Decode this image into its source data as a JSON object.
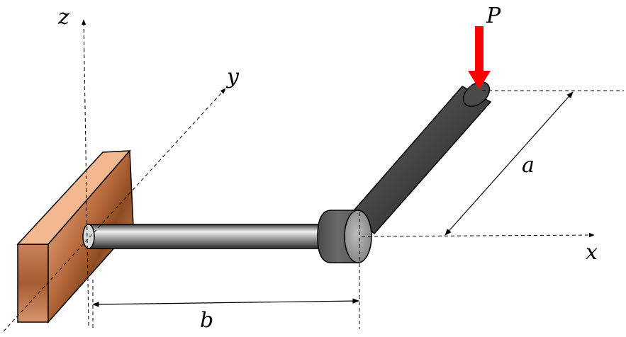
{
  "labels": {
    "z_axis": "z",
    "y_axis": "y",
    "x_axis": "x",
    "load": "P",
    "dim_a": "a",
    "dim_b": "b"
  },
  "colors": {
    "wall_light": "#f3b88f",
    "wall_dark": "#8e4b22",
    "rod_light": "#f2f2f2",
    "rod_dark": "#2e2e2e",
    "load_arrow": "#ff0000",
    "line": "#000000"
  }
}
